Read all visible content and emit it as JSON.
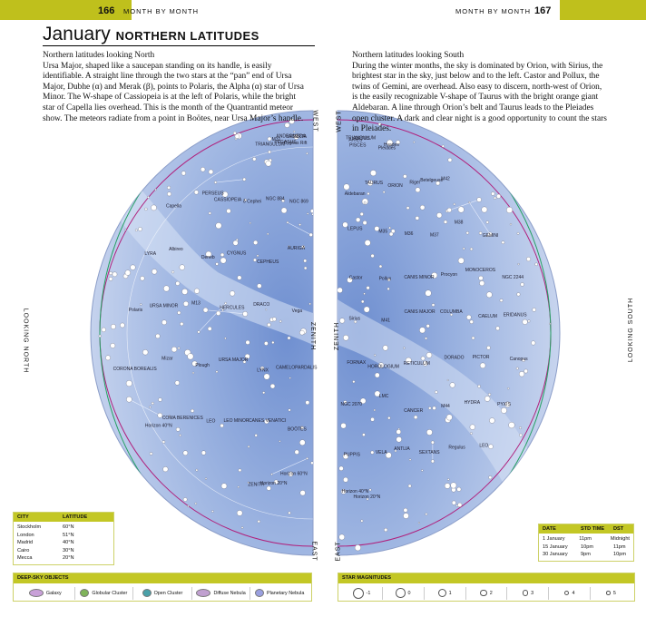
{
  "header": {
    "left_page_number": "166",
    "left_running_head": "MONTH BY MONTH",
    "right_running_head": "MONTH BY MONTH",
    "right_page_number": "167"
  },
  "title": {
    "month": "January",
    "subtitle": "NORTHERN LATITUDES"
  },
  "north_text": {
    "heading": "Northern latitudes looking North",
    "body": "Ursa Major, shaped like a saucepan standing on its handle, is easily identifiable. A straight line through the two stars at the “pan” end of Ursa Major, Dubhe (α) and Merak (β), points to Polaris, the Alpha (α) star of Ursa Minor. The W-shape of Cassiopeia is at the left of Polaris, while the bright star of Capella lies overhead. This is the month of the Quantrantid meteor show. The meteors radiate from a point in Boötes, near Ursa Major’s handle."
  },
  "south_text": {
    "heading": "Northern latitudes looking South",
    "body": "During the winter months, the sky is dominated by Orion, with Sirius, the brightest star in the sky, just below and to the left. Castor and Pollux, the twins of Gemini, are overhead. Also easy to discern, north-west of Orion, is the easily recognizable V-shape of Taurus with the bright orange giant Aldebaran. A line through Orion’s belt and Taurus leads to the Pleiades open cluster. A dark and clear night is a good opportunity to count the stars in Pleiades."
  },
  "side_labels": {
    "looking_north": "LOOKING NORTH",
    "looking_south": "LOOKING SOUTH",
    "west_left": "WEST",
    "east_left": "EAST",
    "west_right": "WEST",
    "east_right": "EAST",
    "zenith_left": "ZENITH",
    "zenith_right": "ZENITH"
  },
  "north_chart_labels": [
    "Cygnus Rift",
    "LACERTA",
    "PEGASUS",
    "ANDROMEDA",
    "TRIANGULUM",
    "M31",
    "NGC 869",
    "NGC 884",
    "δ Cephei",
    "CASSIOPEIA",
    "PERSEUS",
    "Capella",
    "AURIGA",
    "CEPHEUS",
    "CYGNUS",
    "Deneb",
    "Albireo",
    "LYRA",
    "Vega",
    "DRACO",
    "HERCULES",
    "M13",
    "URSA MINOR",
    "Polaris",
    "CAMELOPARDALIS",
    "LYNX",
    "URSA MAJOR",
    "Plough",
    "Mizar",
    "CORONA BOREALIS",
    "BOÖTES",
    "CANES VENATICI",
    "LEO MINOR",
    "LEO",
    "COMA BERENICES",
    "Horizon 40°N",
    "Horizon 60°N",
    "Horizon 20°N",
    "ZENITH"
  ],
  "south_chart_labels": [
    "PISCES",
    "ARIES",
    "CETUS",
    "TRIANGULUM",
    "Pleiades",
    "Hyades",
    "Aldebaran",
    "TAURUS",
    "ORION",
    "Rigel",
    "Betelgeuse",
    "M42",
    "LEPUS",
    "M35",
    "M36",
    "M37",
    "M38",
    "GEMINI",
    "Castor",
    "Pollux",
    "CANIS MINOR",
    "Procyon",
    "MONOCEROS",
    "NGC 2244",
    "Sirius",
    "M41",
    "CANIS MAJOR",
    "COLUMBA",
    "CAELUM",
    "ERIDANUS",
    "FORNAX",
    "HOROLOGIUM",
    "RETICULUM",
    "DORADO",
    "PICTOR",
    "Canopus",
    "NGC 2070",
    "LMC",
    "CANCER",
    "M44",
    "HYDRA",
    "PYXIS",
    "PUPPIS",
    "VELA",
    "ANTLIA",
    "SEXTANS",
    "Regulus",
    "LEO",
    "Horizon 40°N",
    "Horizon 20°N"
  ],
  "city_table": {
    "headers": [
      "CITY",
      "LATITUDE"
    ],
    "rows": [
      [
        "Stockholm",
        "60°N"
      ],
      [
        "London",
        "51°N"
      ],
      [
        "Madrid",
        "40°N"
      ],
      [
        "Cairo",
        "30°N"
      ],
      [
        "Mecca",
        "20°N"
      ]
    ]
  },
  "date_table": {
    "headers": [
      "DATE",
      "STD TIME",
      "DST"
    ],
    "rows": [
      [
        "1 January",
        "11pm",
        "Midnight"
      ],
      [
        "15 January",
        "10pm",
        "11pm"
      ],
      [
        "30 January",
        "9pm",
        "10pm"
      ]
    ]
  },
  "deep_sky": {
    "heading": "DEEP-SKY OBJECTS",
    "items": [
      {
        "label": "Galaxy",
        "icon": "galaxy-icon"
      },
      {
        "label": "Globular Cluster",
        "icon": "globular-cluster-icon"
      },
      {
        "label": "Open Cluster",
        "icon": "open-cluster-icon"
      },
      {
        "label": "Diffuse Nebula",
        "icon": "diffuse-nebula-icon"
      },
      {
        "label": "Planetary Nebula",
        "icon": "planetary-nebula-icon"
      }
    ]
  },
  "magnitudes": {
    "heading": "STAR MAGNITUDES",
    "values": [
      "-1",
      "0",
      "1",
      "2",
      "3",
      "4",
      "5"
    ]
  },
  "colors": {
    "accent_yellow": "#bfc01c",
    "sky_blue": "#9fb6e2",
    "horizon_magenta": "#b0207c",
    "horizon_green": "#22a060"
  }
}
